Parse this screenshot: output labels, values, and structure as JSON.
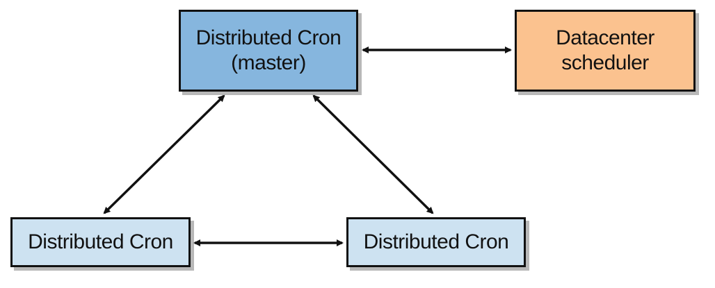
{
  "nodes": {
    "master": {
      "line1": "Distributed Cron",
      "line2": "(master)",
      "color": "#86b6de"
    },
    "scheduler": {
      "line1": "Datacenter",
      "line2": "scheduler",
      "color": "#fbc28f"
    },
    "worker_left": {
      "label": "Distributed Cron",
      "color": "#cde2f1"
    },
    "worker_right": {
      "label": "Distributed Cron",
      "color": "#cde2f1"
    }
  },
  "edges": [
    {
      "from": "master",
      "to": "scheduler",
      "type": "bidirectional"
    },
    {
      "from": "master",
      "to": "worker_left",
      "type": "bidirectional"
    },
    {
      "from": "master",
      "to": "worker_right",
      "type": "bidirectional"
    },
    {
      "from": "worker_left",
      "to": "worker_right",
      "type": "bidirectional"
    }
  ]
}
